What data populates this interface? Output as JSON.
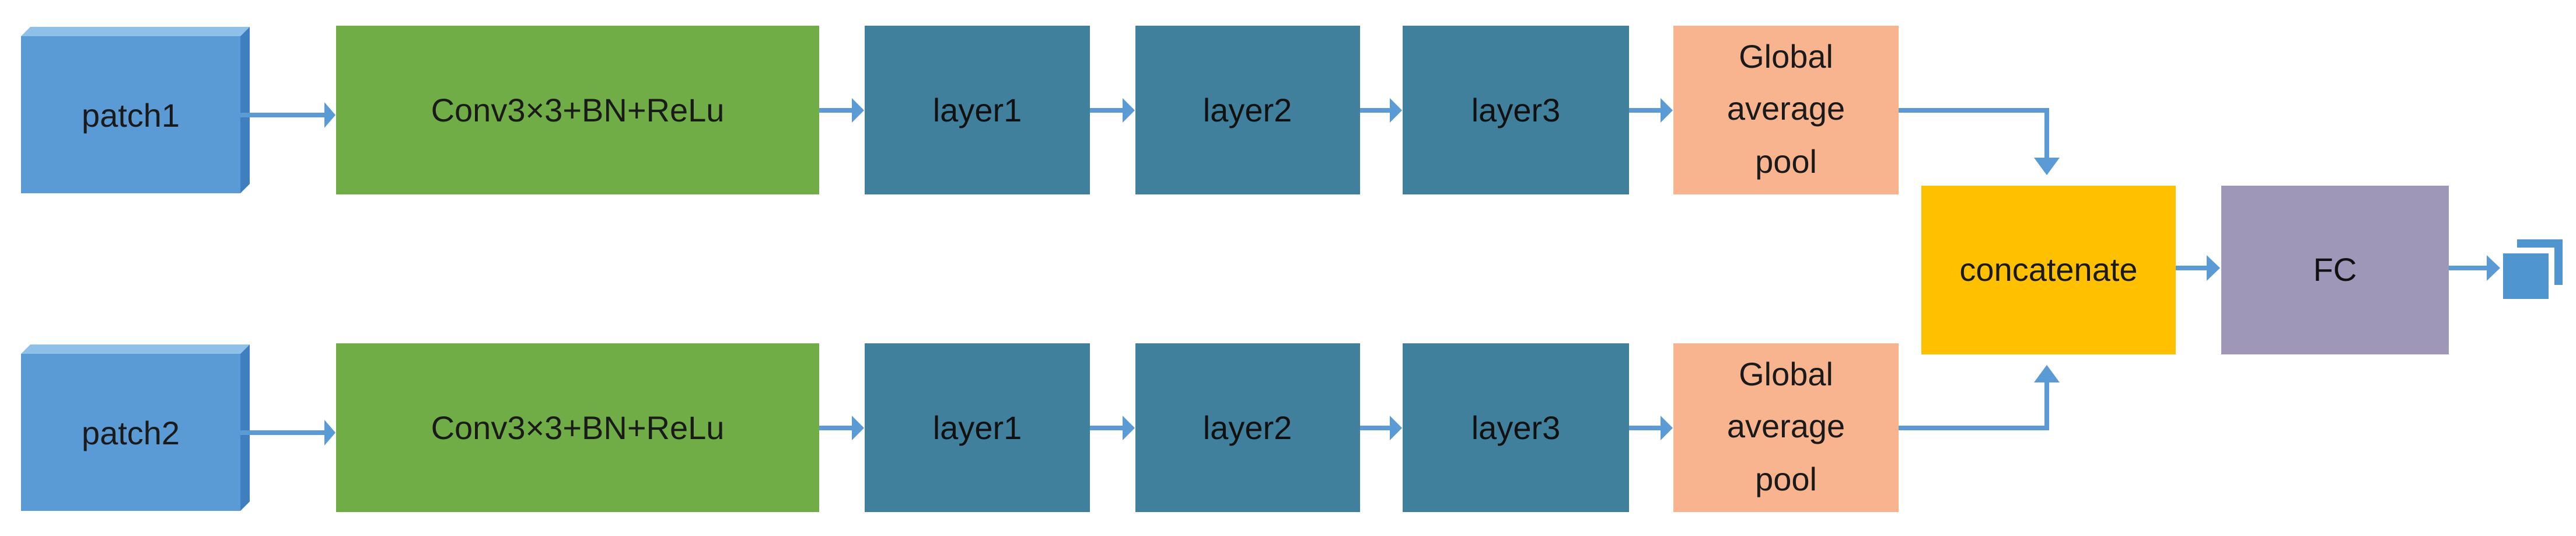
{
  "diagram": {
    "rows": [
      {
        "input": "patch1",
        "conv": "Conv3×3+BN+ReLu",
        "layer1": "layer1",
        "layer2": "layer2",
        "layer3": "layer3",
        "gap": [
          "Global",
          "average",
          "pool"
        ]
      },
      {
        "input": "patch2",
        "conv": "Conv3×3+BN+ReLu",
        "layer1": "layer1",
        "layer2": "layer2",
        "layer3": "layer3",
        "gap": [
          "Global",
          "average",
          "pool"
        ]
      }
    ],
    "concat": "concatenate",
    "fc": "FC",
    "colors": {
      "patch": "#5b9bd5",
      "patch_side": "#3f7fc0",
      "conv": "#70ad47",
      "layer": "#41809d",
      "gap": "#f8b48f",
      "concat": "#ffc000",
      "fc": "#9e97b8",
      "arrow": "#5b9bd5",
      "output": "#4f95d0"
    },
    "output_icon": "stacked-squares-icon"
  }
}
